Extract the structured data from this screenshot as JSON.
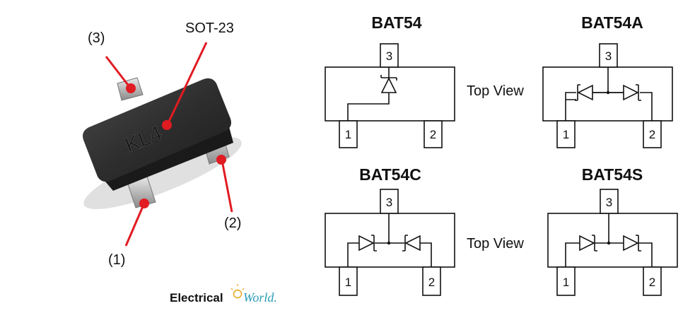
{
  "package": {
    "marking": "KL4",
    "label": "SOT-23",
    "pins": [
      "(1)",
      "(2)",
      "(3)"
    ]
  },
  "variants": [
    {
      "title": "BAT54",
      "pins": [
        "1",
        "2",
        "3"
      ]
    },
    {
      "title": "BAT54A",
      "pins": [
        "1",
        "2",
        "3"
      ]
    },
    {
      "title": "BAT54C",
      "pins": [
        "1",
        "2",
        "3"
      ]
    },
    {
      "title": "BAT54S",
      "pins": [
        "1",
        "2",
        "3"
      ]
    }
  ],
  "view_labels": [
    "Top View",
    "Top View"
  ],
  "brand": {
    "part1": "Electrical",
    "part2": "World."
  },
  "colors": {
    "callout": "#e11b22",
    "chip": "#2b2b2b",
    "brand_accent": "#2a9db5"
  }
}
